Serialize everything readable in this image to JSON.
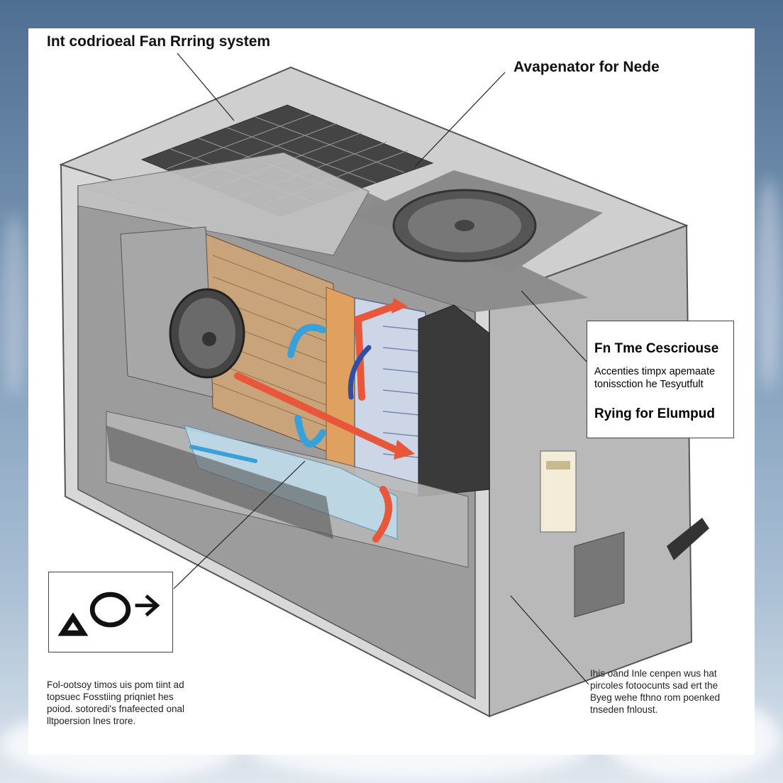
{
  "labels": {
    "main_title": "Int codrioeal Fan Rrring system",
    "evaporator": "Avapenator for Nede"
  },
  "callout": {
    "heading": "Fn Tme Cescriouse",
    "body": [
      "Accenties timpx apemaate",
      "tonissction he Tesyutfult"
    ],
    "subheading": "Rying for Elumpud"
  },
  "symbol_legend": {
    "icons": [
      "warning-triangle-icon",
      "circle-icon",
      "arrow-right-icon"
    ]
  },
  "notes": {
    "left": [
      "Fol-ootsoy timos uis pom tiint ad",
      "topsuec Fosstiing priqniet hes",
      "poiod. sotoredi's fnafeected onal",
      "lltpoersion lnes trore."
    ],
    "right": [
      "Ihis oand Inle cenpen wus hat",
      "pircoles fotoocunts sad ert the",
      "Byeg wehe fthno rom poenked",
      "tnseden fnloust."
    ]
  },
  "colors": {
    "hot_air": "#e8573a",
    "cool_air": "#3aa0d8",
    "housing": "#c9c9c9",
    "coil": "#d9a06a"
  }
}
